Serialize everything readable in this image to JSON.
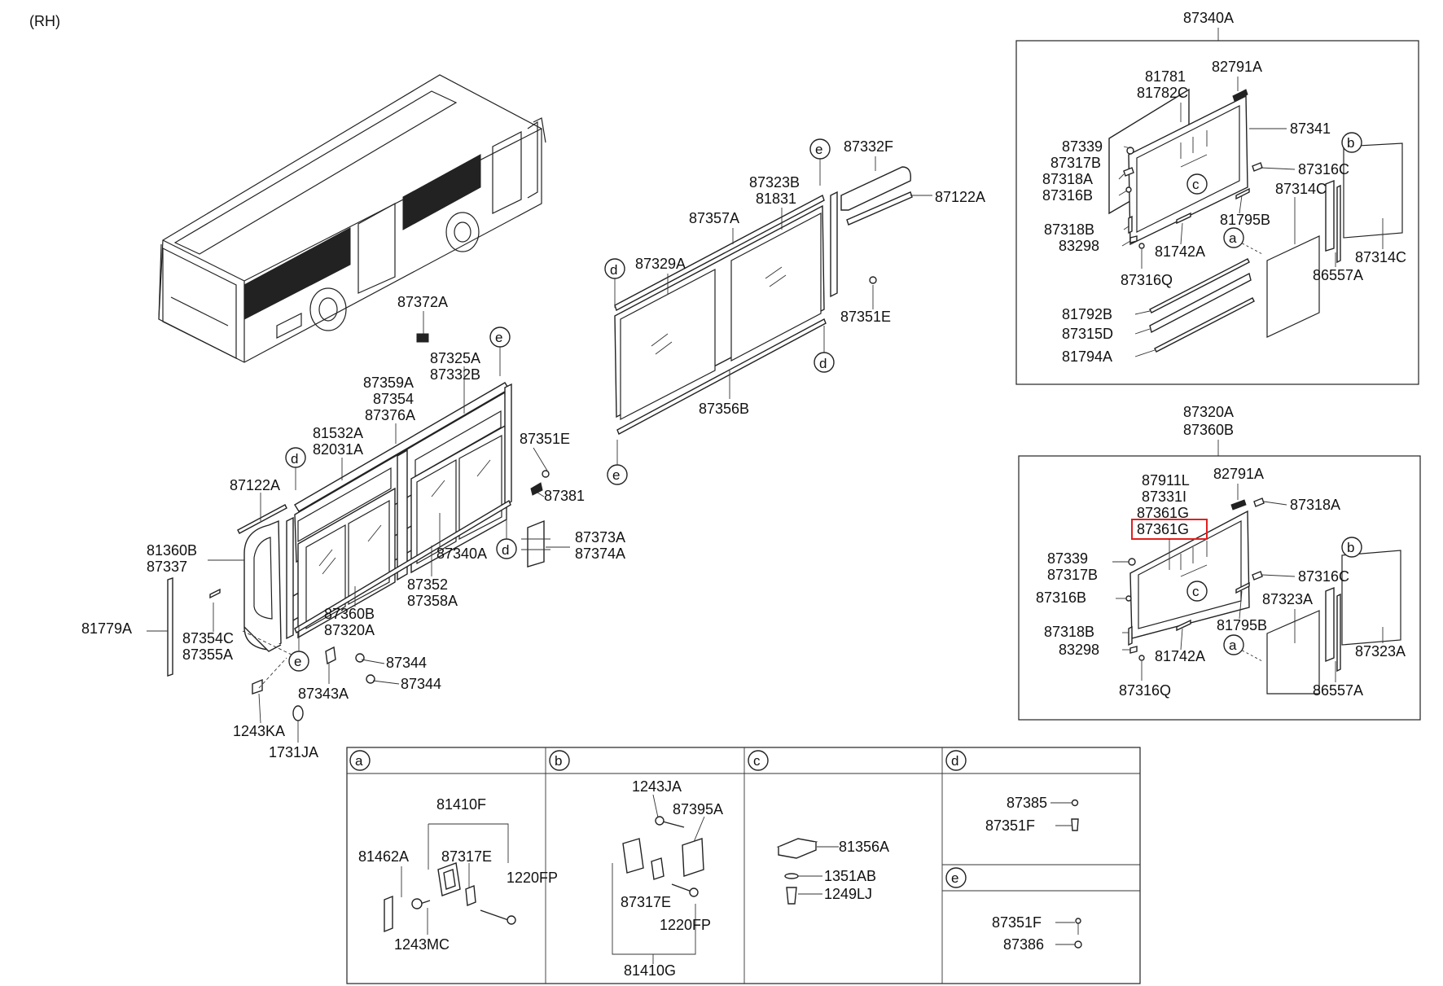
{
  "header": {
    "side_label": "(RH)"
  },
  "callout_letters": {
    "a": "a",
    "b": "b",
    "c": "c",
    "d": "d",
    "e": "e"
  },
  "colors": {
    "highlight": "#e02020",
    "line": "#222222"
  },
  "labels": {
    "l87372A": "87372A",
    "l87325A": "87325A",
    "l87359A": "87359A",
    "l87332B": "87332B",
    "l87354": "87354",
    "l87376A": "87376A",
    "l81532A": "81532A",
    "l82031A": "82031A",
    "l87351E_left": "87351E",
    "l87122A_left": "87122A",
    "l87381": "87381",
    "l81360B": "81360B",
    "l87337": "87337",
    "l87373A": "87373A",
    "l87374A": "87374A",
    "l87340A_mid": "87340A",
    "l87352": "87352",
    "l87358A": "87358A",
    "l87360B_mid": "87360B",
    "l87320A_mid": "87320A",
    "l81779A": "81779A",
    "l87354C": "87354C",
    "l87355A": "87355A",
    "l87344_a": "87344",
    "l87344_b": "87344",
    "l87343A": "87343A",
    "l1243KA": "1243KA",
    "l1731JA": "1731JA",
    "l87332F": "87332F",
    "l87323B": "87323B",
    "l81831": "81831",
    "l87122A_top": "87122A",
    "l87357A": "87357A",
    "l87329A": "87329A",
    "l87351E_top": "87351E",
    "l87356B": "87356B",
    "l87340A_box": "87340A",
    "l81781": "81781",
    "l81782C": "81782C",
    "l82791A_top": "82791A",
    "l87341": "87341",
    "l87339_top": "87339",
    "l87317B_top": "87317B",
    "l87318A_top": "87318A",
    "l87316B_top": "87316B",
    "l87316C_top": "87316C",
    "l87314C_a": "87314C",
    "l87314C_b": "87314C",
    "l87318B_top": "87318B",
    "l83298_top": "83298",
    "l81795B_top": "81795B",
    "l81742A_top": "81742A",
    "l87316Q_top": "87316Q",
    "l86557A_top": "86557A",
    "l81792B": "81792B",
    "l87315D": "87315D",
    "l81794A": "81794A",
    "l87320A_box": "87320A",
    "l87360B_box": "87360B",
    "l87911L": "87911L",
    "l87331I": "87331I",
    "l87361G_a": "87361G",
    "l87361G_b": "87361G",
    "l82791A_bot": "82791A",
    "l87318A_bot": "87318A",
    "l87339_bot": "87339",
    "l87317B_bot": "87317B",
    "l87316B_bot": "87316B",
    "l87316C_bot": "87316C",
    "l87323A_a": "87323A",
    "l87323A_b": "87323A",
    "l87318B_bot": "87318B",
    "l83298_bot": "83298",
    "l81795B_bot": "81795B",
    "l81742A_bot": "81742A",
    "l87316Q_bot": "87316Q",
    "l86557A_bot": "86557A",
    "t_a_81410F": "81410F",
    "t_a_81462A": "81462A",
    "t_a_87317E": "87317E",
    "t_a_1220FP": "1220FP",
    "t_a_1243MC": "1243MC",
    "t_b_1243JA": "1243JA",
    "t_b_87395A": "87395A",
    "t_b_87317E": "87317E",
    "t_b_1220FP": "1220FP",
    "t_b_81410G": "81410G",
    "t_c_81356A": "81356A",
    "t_c_1351AB": "1351AB",
    "t_c_1249LJ": "1249LJ",
    "t_d_87385": "87385",
    "t_d_87351F": "87351F",
    "t_e_87351F": "87351F",
    "t_e_87386": "87386"
  }
}
